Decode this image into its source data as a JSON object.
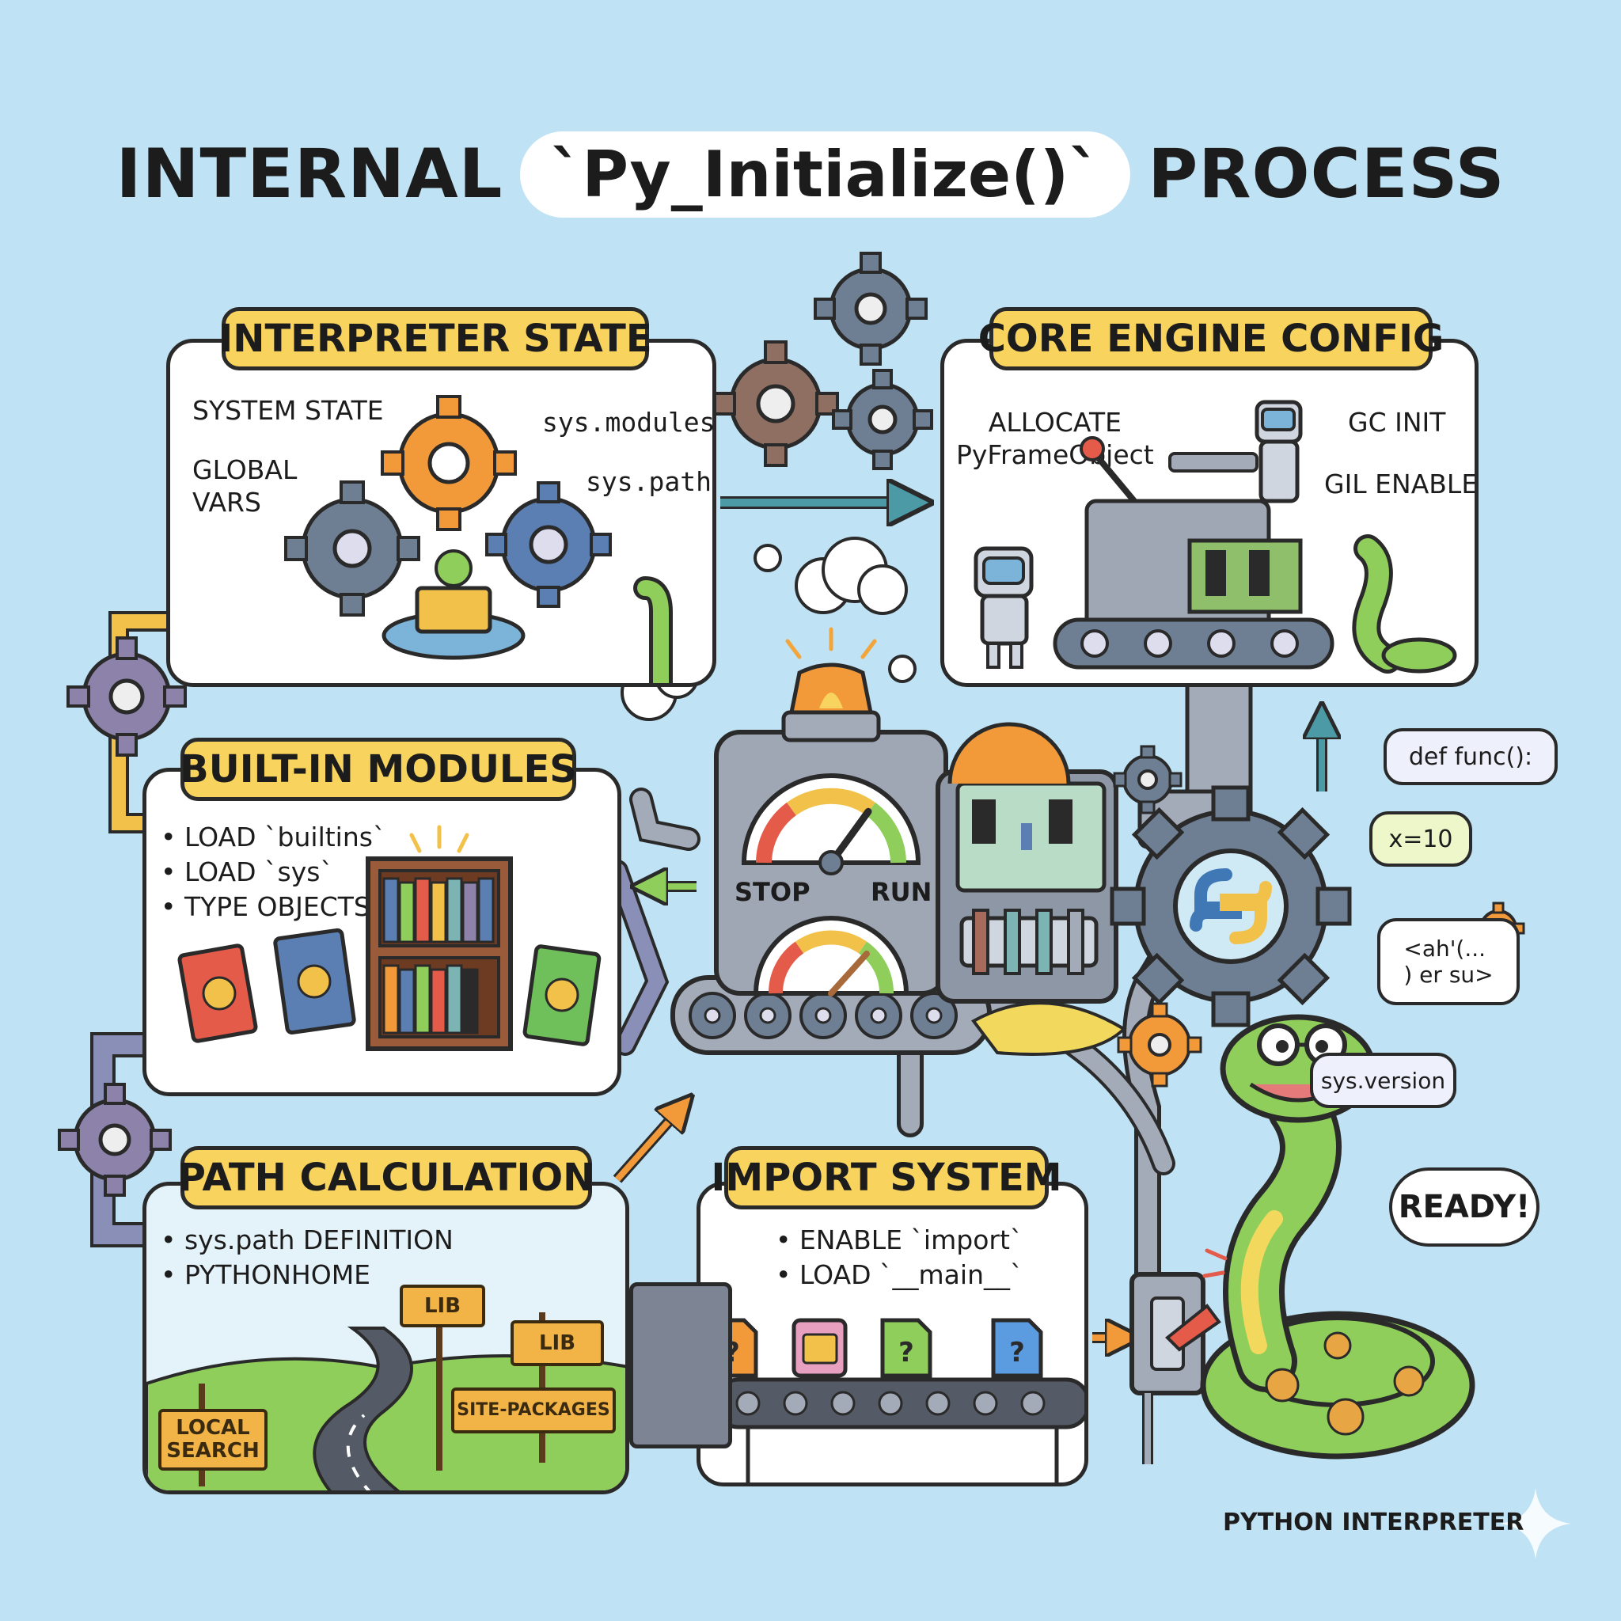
{
  "title": {
    "prefix": "INTERNAL",
    "function_name": "`Py_Initialize()`",
    "suffix": "PROCESS"
  },
  "panels": {
    "interpreter_state": {
      "badge": "INTERPRETER STATE",
      "labels": {
        "system_state": "SYSTEM STATE",
        "global_vars": "GLOBAL\nVARS",
        "sys_modules": "sys.modules",
        "sys_path": "sys.path"
      }
    },
    "core_engine_config": {
      "badge": "CORE ENGINE CONFIG",
      "labels": {
        "allocate": "ALLOCATE\nPyFrameObject",
        "gc_init": "GC INIT",
        "gil_enable": "GIL ENABLE"
      }
    },
    "builtin_modules": {
      "badge": "BUILT-IN MODULES",
      "items": [
        "• LOAD `builtins`",
        "• LOAD `sys`",
        "• TYPE OBJECTS"
      ]
    },
    "path_calculation": {
      "badge": "PATH CALCULATION",
      "items": [
        "• sys.path DEFINITION",
        "• PYTHONHOME"
      ],
      "signs": [
        "LOCAL\nSEARCH",
        "LIB",
        "LIB",
        "SITE-PACKAGES"
      ]
    },
    "import_system": {
      "badge": "IMPORT SYSTEM",
      "items": [
        "• ENABLE `import`",
        "• LOAD `__main__`"
      ]
    }
  },
  "machine": {
    "gauge_left": "STOP",
    "gauge_right": "RUN",
    "gauge_level": 0.7
  },
  "bubbles": {
    "def_func": "def func():",
    "x_assign": "x=10",
    "garbled": "<ah'(...\n) er su>",
    "sys_version": "sys.version",
    "ready": "READY!"
  },
  "footer": {
    "python_interpreter": "PYTHON INTERPRETER"
  },
  "colors": {
    "background": "#bfe2f4",
    "badge": "#f8d35e",
    "gear_gray": "#6f7f93",
    "gear_orange": "#f29a3a",
    "gear_brown": "#8f6f62",
    "snake_green": "#8fce5a",
    "arrow_teal": "#4c9aa6",
    "arrow_orange": "#f29a3a"
  },
  "icons": [
    "gear-icon",
    "python-logo-icon",
    "robot-icon",
    "snake-icon",
    "book-icon",
    "bookshelf-icon",
    "siren-icon",
    "steam-cloud-icon",
    "conveyor-belt-icon",
    "light-switch-icon",
    "file-icon",
    "sparkle-icon",
    "chip-icon",
    "arrow-icon"
  ]
}
